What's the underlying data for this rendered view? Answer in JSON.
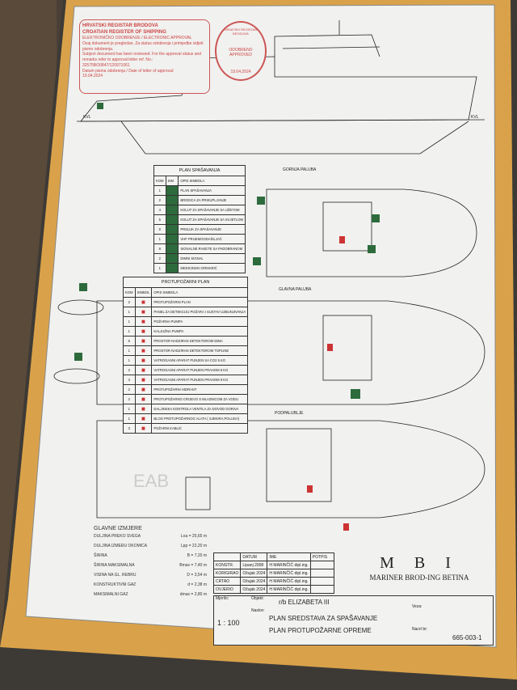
{
  "stamp": {
    "line1": "HRVATSKI REGISTAR BRODOVA",
    "line2": "CROATIAN REGISTER OF SHIPPING",
    "line3": "ELEKTRONIČKO ODOBRENJE / ELECTRONIC APPROVAL",
    "body": "Ovaj dokument je pregledan. Za status odobrenja i primjedbe vidjeti pismo odobrenja.",
    "body_en": "Subject document has been reviewed. For the approval status and remarks refer to approval letter ref. No.:",
    "ref": "32575BO0847/120971061",
    "date_label": "Datum pisma odobrenja / Date of letter of approval:",
    "date": "19.04.2024"
  },
  "seal": {
    "ring": "HRVATSKI REGISTAR BRODOVA",
    "approved": "ODOBRENO APPROVED",
    "date": "19.04.2024"
  },
  "labels": {
    "kvl_left": "KVL",
    "kvl_right": "KVL",
    "upper_deck": "GORNJA PALUBA",
    "main_deck": "GLAVNA PALUBA",
    "below_deck": "PODPALUBLJE",
    "watermark": "EAB"
  },
  "lifesaving": {
    "title": "PLAN SPAŠAVANJA",
    "headers": [
      "KOM",
      "SIM",
      "OPIS SIMBOLA"
    ],
    "rows": [
      {
        "qty": "1",
        "desc": "PLAN SPAŠAVANJA"
      },
      {
        "qty": "2",
        "desc": "BRODICA ZA PRIKUPLJANJE"
      },
      {
        "qty": "4",
        "desc": "KOLUT ZA SPAŠAVANJE SA UŽETOM"
      },
      {
        "qty": "5",
        "desc": "KOLUT ZA SPAŠAVANJE SA SVJETLOM"
      },
      {
        "qty": "8",
        "desc": "PRSLUK ZA SPAŠAVANJE"
      },
      {
        "qty": "1",
        "desc": "VHF PRIJEMOODAŠILJAČ"
      },
      {
        "qty": "8",
        "desc": "SIGNALNE RAKETE SA PADOBRANOM"
      },
      {
        "qty": "2",
        "desc": "DIMNI SIGNAL"
      },
      {
        "qty": "1",
        "desc": "MEDICINSKI ORMARIĆ"
      }
    ]
  },
  "fire": {
    "title": "PROTUPOŽARNI PLAN",
    "headers": [
      "KOM",
      "SIMBOL",
      "OPIS SIMBOLA"
    ],
    "rows": [
      {
        "qty": "2",
        "desc": "PROTUPOŽARNI PLAN"
      },
      {
        "qty": "1",
        "desc": "PANEL ZA DETEKCIJU POŽARA I SUSTAV UZBUNJIVANJA"
      },
      {
        "qty": "1",
        "desc": "POŽARNA PUMPA"
      },
      {
        "qty": "1",
        "desc": "KALJUŽNA PUMPA"
      },
      {
        "qty": "6",
        "desc": "PROSTOR NADZIRAN DETEKTOROM DIMA"
      },
      {
        "qty": "1",
        "desc": "PROSTOR NADZIRAN DETEKTOROM TOPLINE"
      },
      {
        "qty": "1",
        "desc": "VATROGASNI APARAT PUNJEN SA CO2 5 KG"
      },
      {
        "qty": "2",
        "desc": "VATROGASNI APARAT PUNJEN PRAHOM 6 KG"
      },
      {
        "qty": "3",
        "desc": "VATROGASNI APARAT PUNJEN PRAHOM 9 KG"
      },
      {
        "qty": "2",
        "desc": "PROTUPOŽARNI HIDRANT"
      },
      {
        "qty": "2",
        "desc": "PROTUPOŽARNO CRIJEVO S MLAZNICOM ZA VODU"
      },
      {
        "qty": "1",
        "desc": "DALJINSKA KONTROLA VENTILA ZA DOVOD GORIVA"
      },
      {
        "qty": "1",
        "desc": "BLOG PROTUPOŽARNOG ALATA ( SJEKIRA,POLUGA)"
      },
      {
        "qty": "3",
        "desc": "POŽARNI KABLIĆ"
      }
    ]
  },
  "dimensions": {
    "title": "GLAVNE IZMJERE",
    "rows": [
      {
        "label": "DULJINA PREKO SVEGA",
        "value": "Loa = 25,65 m"
      },
      {
        "label": "DULJINA IZMEĐU OKOMICA",
        "value": "Lpp = 22,20 m"
      },
      {
        "label": "ŠIRINA",
        "value": "B = 7,20 m"
      },
      {
        "label": "ŠIRINA MAKSIMALNA",
        "value": "Bmax = 7,40 m"
      },
      {
        "label": "VISINA NA GL. REBRU",
        "value": "D = 3,54 m"
      },
      {
        "label": "KONSTRUKTIVNI GAZ",
        "value": "d = 2,38 m"
      },
      {
        "label": "MAKSIMALNI GAZ",
        "value": "dmax = 2,80 m"
      }
    ]
  },
  "title_block": {
    "headers": [
      "",
      "DATUM",
      "IME",
      "POTPIS"
    ],
    "rows": [
      [
        "KONSTR.",
        "Lipanj 2008",
        "H MARINČIĆ dipl.ing."
      ],
      [
        "KORIGIRAO",
        "Ožujak 2024",
        "H MARINČIĆ dipl.ing."
      ],
      [
        "CRTAO",
        "Ožujak 2024",
        "H MARINČIĆ dipl.ing."
      ],
      [
        "OVJERIO",
        "Ožujak 2024",
        "H MARINČIĆ dipl.ing."
      ]
    ],
    "scale_label": "Mjerilo:",
    "scale": "1 : 100",
    "object_label": "Objekt:",
    "object": "r/b ELIZABETA III",
    "title_label": "Naslov:",
    "title1": "PLAN SREDSTAVA ZA SPAŠAVANJE",
    "title2": "PLAN PROTUPOŽARNE OPREME",
    "company_logo": "M B I",
    "company": "MARINER BROD-ING BETINA",
    "ref_label": "Veza:",
    "drawing_label": "Nacrt br:",
    "drawing_no": "665-003-1"
  },
  "colors": {
    "frame": "#d9a24a",
    "paper": "#f1f1ef",
    "green": "#2d6b3c",
    "red": "#c33"
  }
}
